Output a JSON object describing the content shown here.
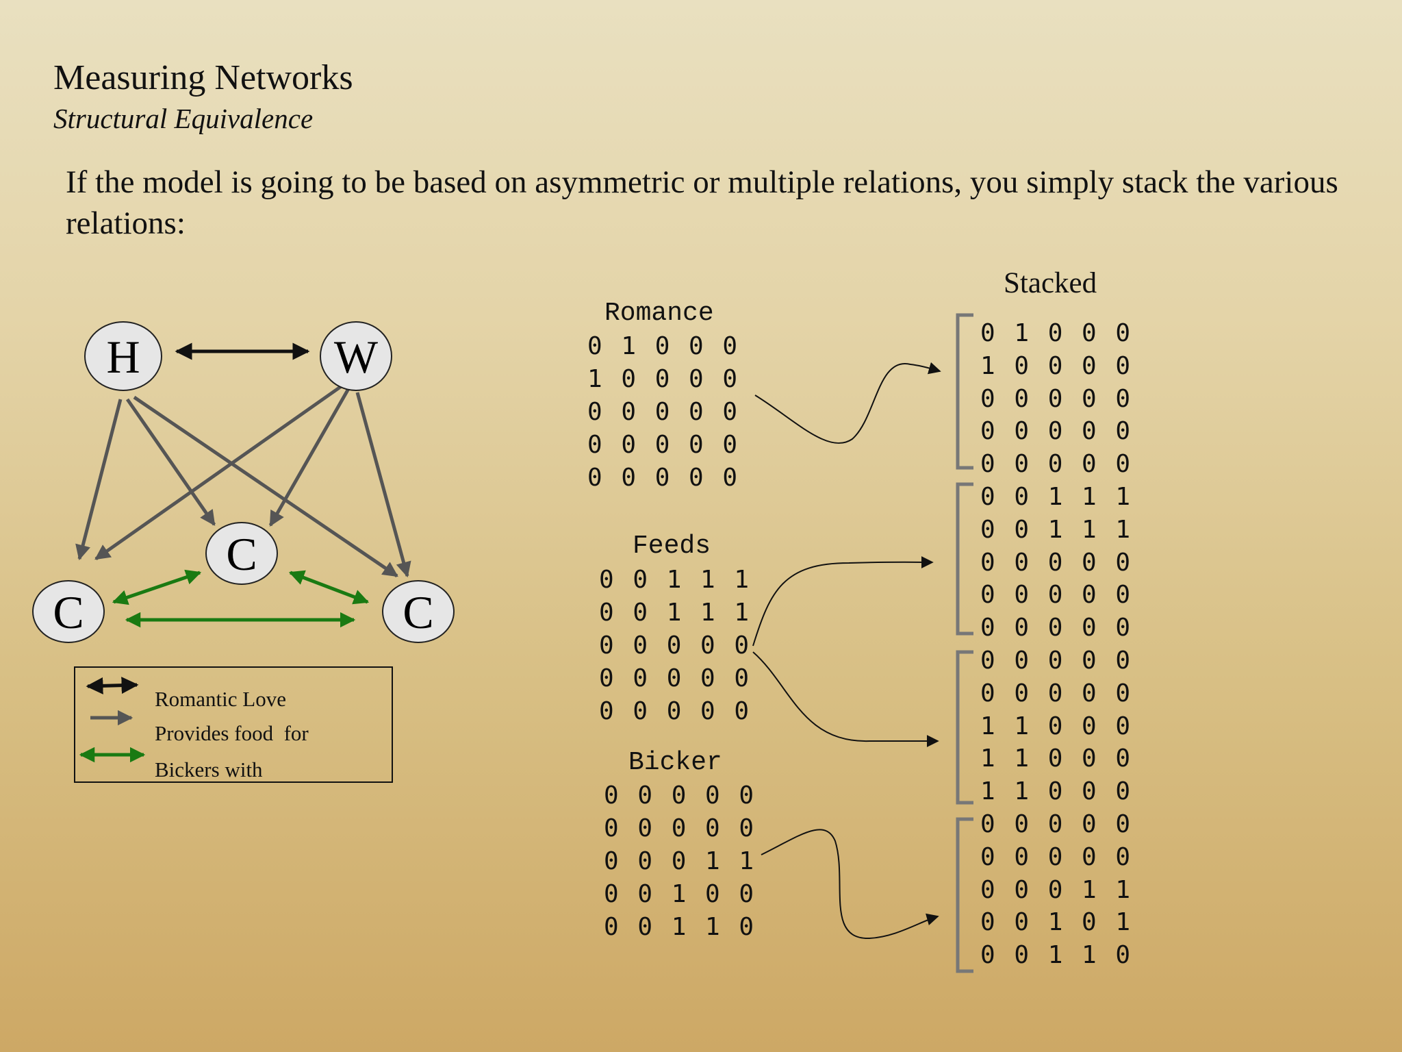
{
  "slide": {
    "title": "Measuring Networks",
    "subtitle": "Structural Equivalence",
    "body": "If the model is going to be based on asymmetric or multiple relations, you simply stack the various relations:"
  },
  "network": {
    "nodes": [
      {
        "id": "H",
        "label": "H"
      },
      {
        "id": "W",
        "label": "W"
      },
      {
        "id": "C-mid",
        "label": "C"
      },
      {
        "id": "C-left",
        "label": "C"
      },
      {
        "id": "C-right",
        "label": "C"
      }
    ],
    "edges": [
      {
        "from": "H",
        "to": "W",
        "relation": "romance",
        "directed": "both"
      },
      {
        "from": "H",
        "to": "C-left",
        "relation": "feeds"
      },
      {
        "from": "H",
        "to": "C-mid",
        "relation": "feeds"
      },
      {
        "from": "H",
        "to": "C-right",
        "relation": "feeds"
      },
      {
        "from": "W",
        "to": "C-left",
        "relation": "feeds"
      },
      {
        "from": "W",
        "to": "C-mid",
        "relation": "feeds"
      },
      {
        "from": "W",
        "to": "C-right",
        "relation": "feeds"
      },
      {
        "from": "C-left",
        "to": "C-mid",
        "relation": "bicker",
        "directed": "both"
      },
      {
        "from": "C-mid",
        "to": "C-right",
        "relation": "bicker",
        "directed": "both"
      },
      {
        "from": "C-left",
        "to": "C-right",
        "relation": "bicker",
        "directed": "both"
      }
    ],
    "colors": {
      "romance": "#111111",
      "feeds": "#555555",
      "bicker": "#1a7a12"
    }
  },
  "legend": {
    "items": [
      {
        "label": "Romantic Love",
        "color": "#111111"
      },
      {
        "label": "Provides food  for",
        "color": "#555555"
      },
      {
        "label": "Bickers with",
        "color": "#1a7a12"
      }
    ]
  },
  "matrices": {
    "romance": {
      "label": "Romance",
      "rows": [
        "0 1 0 0 0",
        "1 0 0 0 0",
        "0 0 0 0 0",
        "0 0 0 0 0",
        "0 0 0 0 0"
      ]
    },
    "feeds": {
      "label": "Feeds",
      "rows": [
        "0 0 1 1 1",
        "0 0 1 1 1",
        "0 0 0 0 0",
        "0 0 0 0 0",
        "0 0 0 0 0"
      ]
    },
    "bicker": {
      "label": "Bicker",
      "rows": [
        "0 0 0 0 0",
        "0 0 0 0 0",
        "0 0 0 1 1",
        "0 0 1 0 0",
        "0 0 1 1 0"
      ]
    }
  },
  "stacked": {
    "label": "Stacked",
    "blocks": [
      [
        "0 1 0 0 0",
        "1 0 0 0 0",
        "0 0 0 0 0",
        "0 0 0 0 0",
        "0 0 0 0 0"
      ],
      [
        "0 0 1 1 1",
        "0 0 1 1 1",
        "0 0 0 0 0",
        "0 0 0 0 0",
        "0 0 0 0 0"
      ],
      [
        "0 0 0 0 0",
        "0 0 0 0 0",
        "1 1 0 0 0",
        "1 1 0 0 0",
        "1 1 0 0 0"
      ],
      [
        "0 0 0 0 0",
        "0 0 0 0 0",
        "0 0 0 1 1",
        "0 0 1 0 1",
        "0 0 1 1 0"
      ]
    ]
  }
}
